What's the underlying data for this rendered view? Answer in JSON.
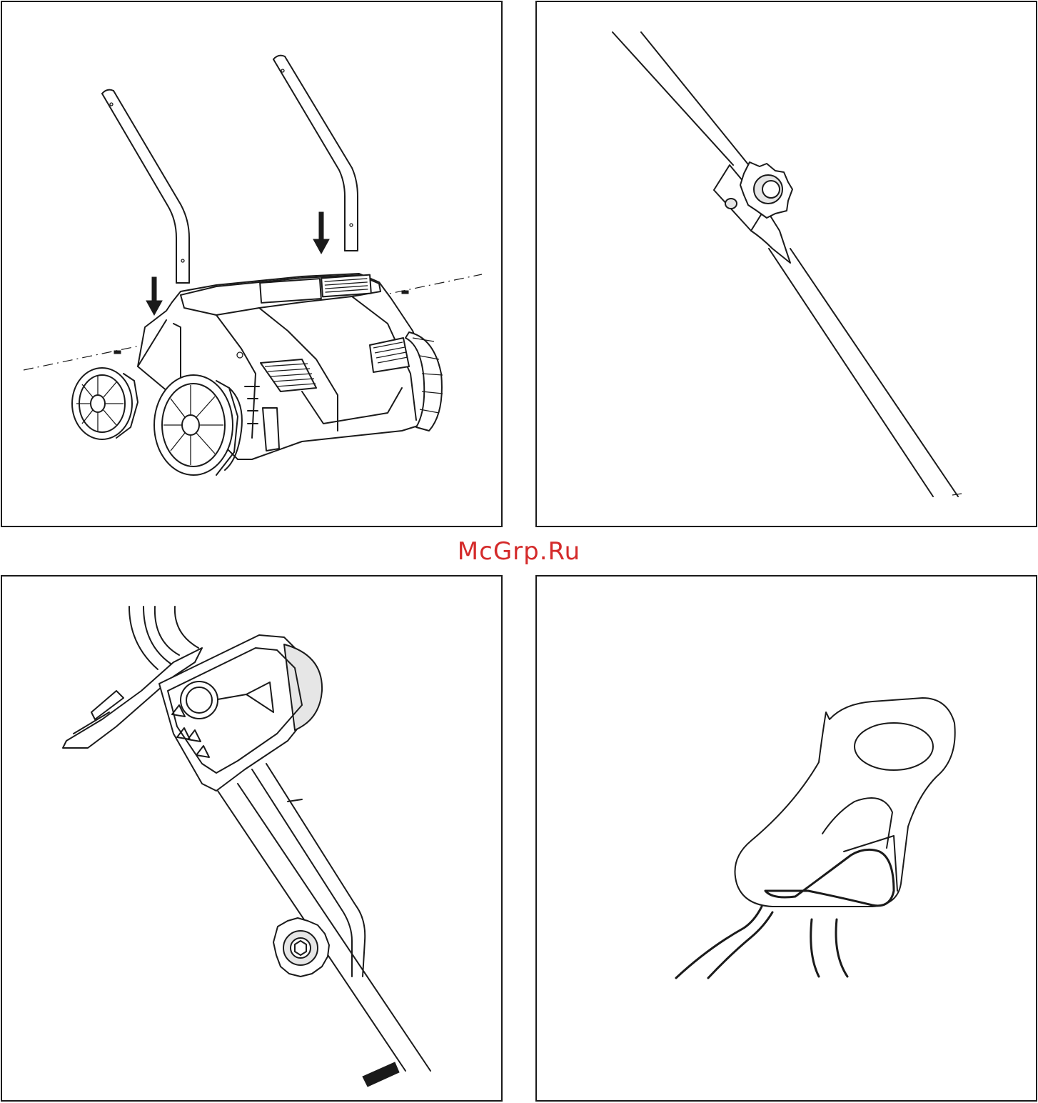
{
  "watermark": {
    "text": "McGrp.Ru",
    "color": "#d42a2a"
  },
  "figures": [
    {
      "id": "assembly-overview",
      "icons": [
        "down-arrow-icon",
        "down-arrow-icon"
      ]
    },
    {
      "id": "handle-knob-closeup"
    },
    {
      "id": "switch-box-assembly"
    },
    {
      "id": "cable-hook-closeup"
    }
  ],
  "accent": "#1a1a1a"
}
